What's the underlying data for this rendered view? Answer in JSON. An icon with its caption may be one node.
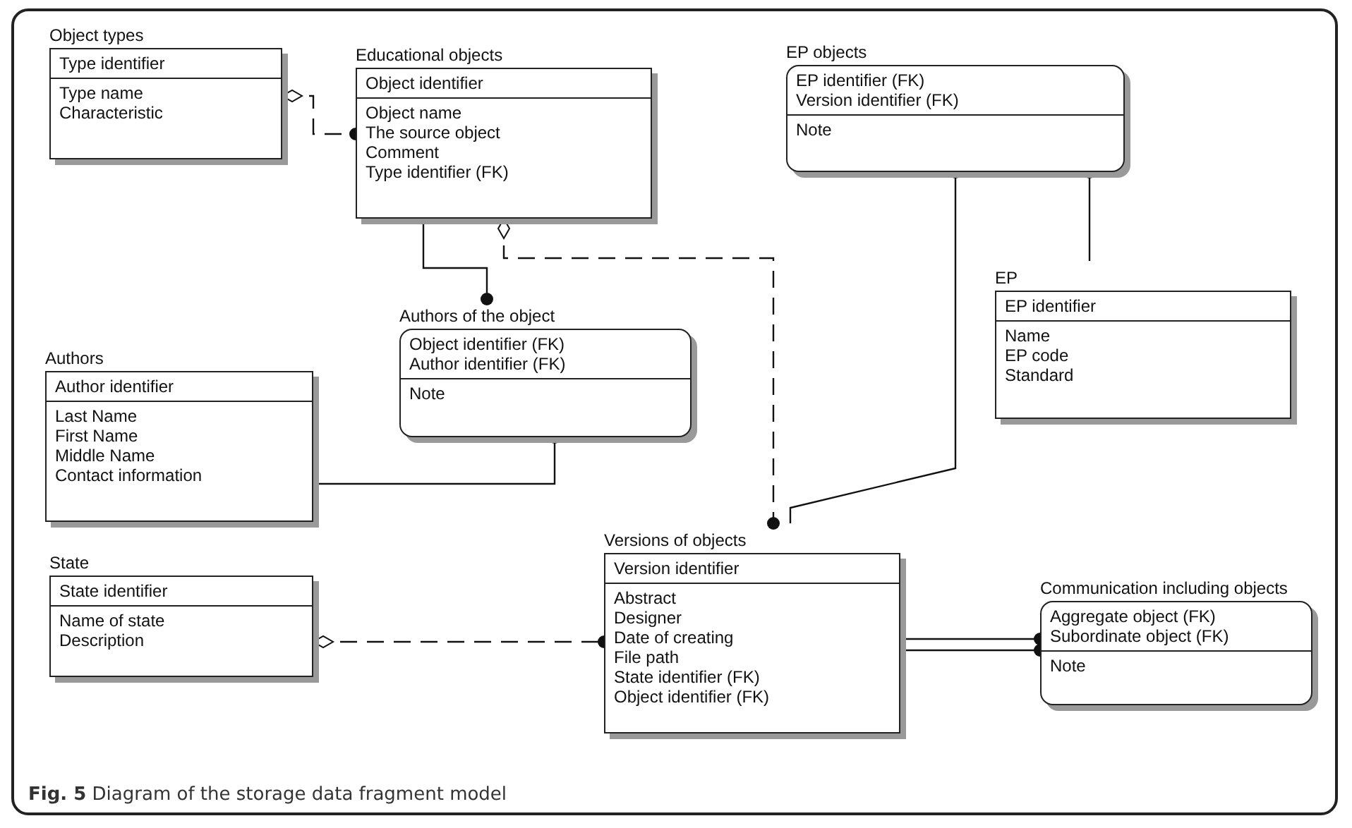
{
  "diagram": {
    "caption": "**Fig. 5** Diagram of the storage data fragment model",
    "nodes": [
      {
        "text": [
          "Object types",
          "Type identifier",
          "Type name Characteristic"
        ]
      },
      {
        "text": [
          "Educational objects",
          "Object identifier",
          "Object name The source object Comment Type identifier (FK)"
        ]
      },
      {
        "text": [
          "EP objects",
          "EP identifier (FK) Version identifier (FK)",
          "Note"
        ]
      },
      {
        "text": [
          "Authors of the object",
          "Object identifier (FK) Author identifier (FK)",
          "Note"
        ]
      },
      {
        "text": [
          "EP",
          "EP identifier",
          "Name EP code Standard"
        ]
      },
      {
        "text": [
          "Authors",
          "Author identifier",
          "Last Name First Name Middle Name Contact information"
        ]
      },
      {
        "text": [
          "Versions of objects",
          "Version identifier",
          "Abstract Designer Date of creating File path State identifier (FK) Object identifier (FK)"
        ]
      },
      {
        "text": [
          "State",
          "State identifier",
          "Name of state Description"
        ]
      },
      {
        "text": [
          "Communication including objects",
          "Aggregate object (FK) Subordinate object (FK)",
          "Note"
        ]
      }
    ],
    "edges": [
      {
        "from": 0,
        "to": 1,
        "arrow": "other",
        "style": "dashed"
      },
      {
        "from": 1,
        "to": 3,
        "arrow": "other"
      },
      {
        "from": 1,
        "to": 6,
        "arrow": "other",
        "style": "dashed"
      },
      {
        "from": 5,
        "to": 3,
        "arrow": "other"
      },
      {
        "from": 6,
        "to": 2,
        "arrow": "other"
      },
      {
        "from": 4,
        "to": 2,
        "arrow": "other"
      },
      {
        "from": 7,
        "to": 6,
        "arrow": "other",
        "style": "dashed"
      },
      {
        "from": 6,
        "to": 8,
        "arrow": "other"
      },
      {
        "from": 6,
        "to": 8,
        "arrow": "other"
      }
    ]
  }
}
